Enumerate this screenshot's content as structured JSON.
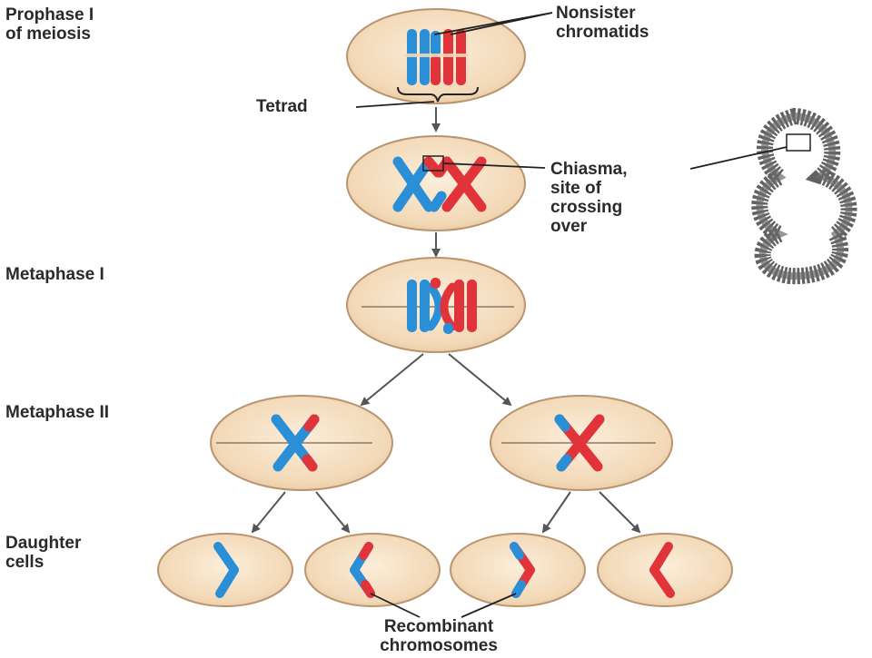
{
  "stages": {
    "prophase": "Prophase I\nof meiosis",
    "metaphase1": "Metaphase I",
    "metaphase2": "Metaphase II",
    "daughter": "Daughter\ncells"
  },
  "callouts": {
    "nonsister": "Nonsister\nchromatids",
    "tetrad": "Tetrad",
    "chiasma": "Chiasma,\nsite of\ncrossing\nover",
    "recombinant": "Recombinant\nchromosomes"
  },
  "colors": {
    "cell_fill": "#f2d8b6",
    "cell_stroke": "#b89470",
    "maternal": "#2a8fd6",
    "paternal": "#e0343a",
    "arrow": "#555555",
    "leader": "#222222"
  }
}
